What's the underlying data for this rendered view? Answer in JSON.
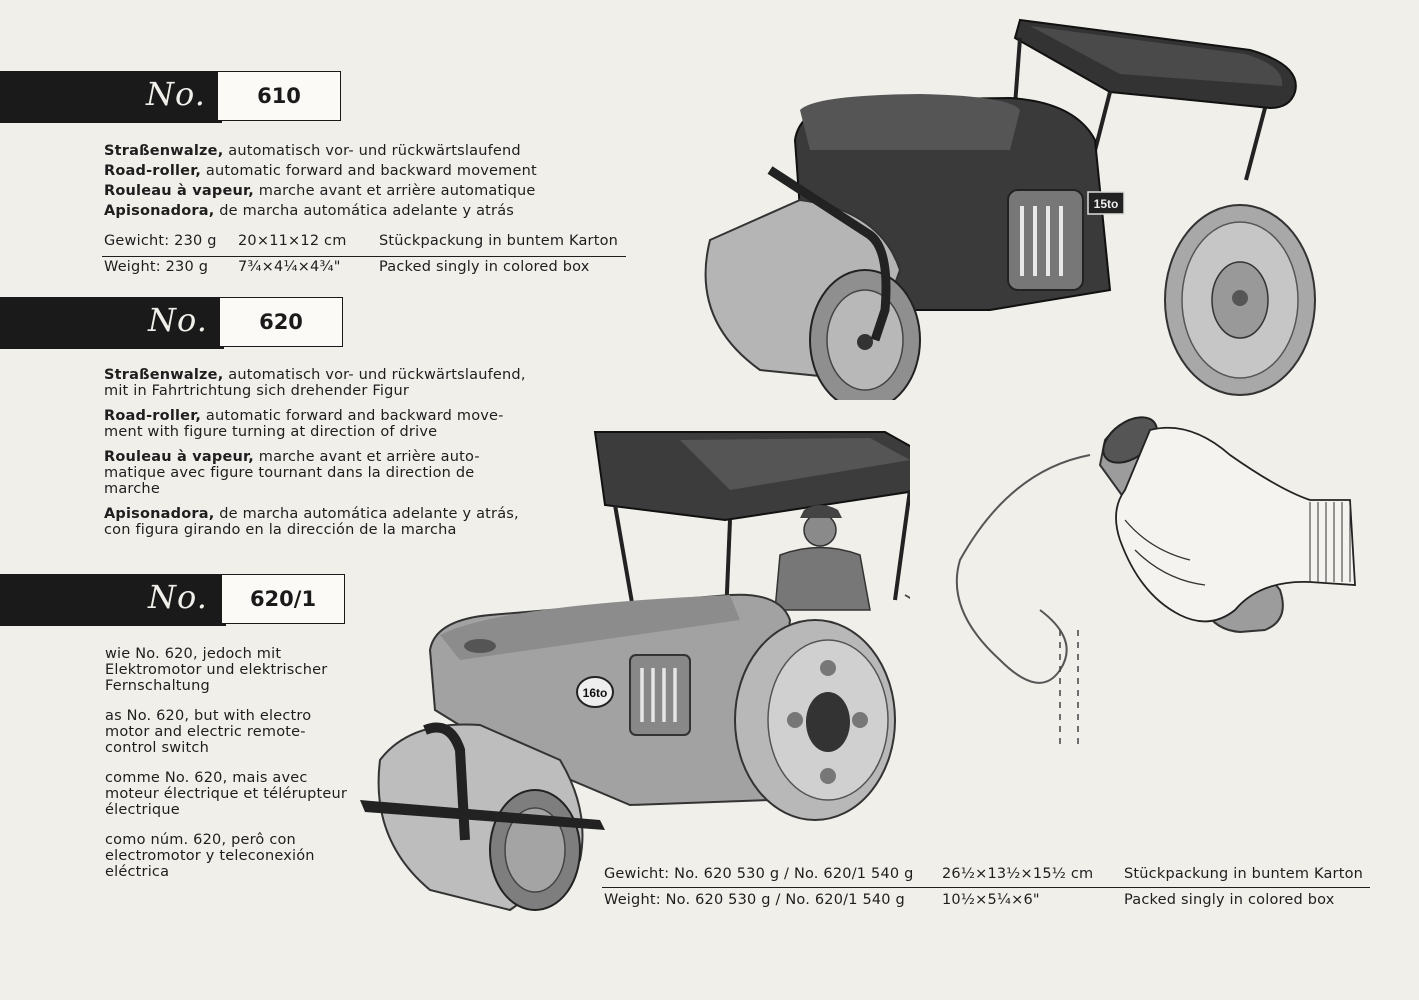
{
  "items": [
    {
      "prefix": "No.",
      "number": "610",
      "lines": [
        {
          "lead": "Straßenwalze,",
          "text": " automatisch vor- und rückwärtslaufend"
        },
        {
          "lead": "Road-roller,",
          "text": " automatic forward and backward movement"
        },
        {
          "lead": "Rouleau à vapeur,",
          "text": " marche avant et arrière automatique"
        },
        {
          "lead": "Apisonadora,",
          "text": " de marcha automática adelante y atrás"
        }
      ],
      "spec": {
        "de": {
          "weight": "Gewicht: 230 g",
          "size": "20×11×12 cm",
          "pack": "Stückpackung in buntem Karton"
        },
        "en": {
          "weight": "Weight:  230 g",
          "size": "7¾×4¼×4¾\"",
          "pack": "Packed singly in colored box"
        }
      }
    },
    {
      "prefix": "No.",
      "number": "620",
      "paragraphs": [
        {
          "lead": "Straßenwalze,",
          "text": " automatisch vor- und rückwärtslaufend,",
          "cont": "mit in Fahrtrichtung sich drehender Figur"
        },
        {
          "lead": "Road-roller,",
          "text": " automatic forward and backward move-",
          "cont": "ment with figure turning at direction of drive"
        },
        {
          "lead": "Rouleau à vapeur,",
          "text": " marche avant et arrière auto-",
          "cont": "matique avec figure tournant dans la direction de",
          "cont2": "marche"
        },
        {
          "lead": "Apisonadora,",
          "text": " de marcha automática adelante y atrás,",
          "cont": "con figura girando en la dirección de la marcha"
        }
      ]
    },
    {
      "prefix": "No.",
      "number": "620/1",
      "paragraphs": [
        {
          "l1": "wie No. 620, jedoch mit",
          "l2": "Elektromotor und elektrischer",
          "l3": "Fernschaltung"
        },
        {
          "l1": "as No. 620, but with electro",
          "l2": "motor and electric remote-",
          "l3": "control switch"
        },
        {
          "l1": "comme No. 620, mais avec",
          "l2": "moteur électrique et télérupteur",
          "l3": "électrique"
        },
        {
          "l1": "como núm. 620, perô con",
          "l2": "electromotor y teleconexión",
          "l3": "eléctrica"
        }
      ]
    }
  ],
  "bottom_spec": {
    "de": {
      "weight": "Gewicht: No. 620 530 g / No. 620/1 540 g",
      "size": "26½×13½×15½ cm",
      "pack": "Stückpackung in buntem Karton"
    },
    "en": {
      "weight": "Weight:  No. 620 530 g / No. 620/1 540 g",
      "size": "10½×5¼×6\"",
      "pack": "Packed singly in colored box"
    }
  },
  "toy_badges": {
    "roller_610": "15to",
    "roller_620": "16to"
  },
  "colors": {
    "paper": "#f1efea",
    "ink": "#1a1a1a",
    "band": "#1a1a1a",
    "box": "#fbfaf6"
  }
}
